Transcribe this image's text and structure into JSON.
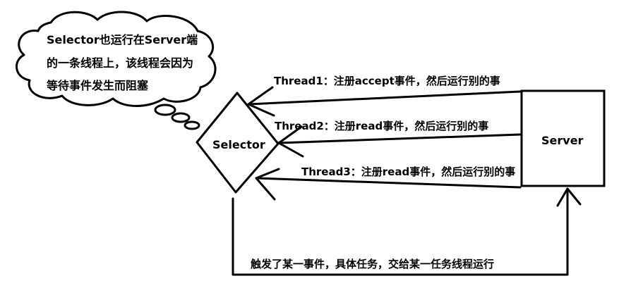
{
  "diagram": {
    "thought_bubble": {
      "line1": "Selector也运行在Server端",
      "line2": "的一条线程上，该线程会因为",
      "line3": "等待事件发生而阻塞"
    },
    "selector_label": "Selector",
    "server_label": "Server",
    "arrows": [
      {
        "label": "Thread1：注册accept事件，然后运行别的事"
      },
      {
        "label": "Thread2：注册read事件，然后运行别的事"
      },
      {
        "label": "Thread3：注册read事件，然后运行别的事"
      }
    ],
    "dispatch_label": "触发了某一事件，具体任务，交给某一任务线程运行"
  },
  "colors": {
    "stroke": "#000000",
    "text": "#000000",
    "background": "#ffffff"
  }
}
